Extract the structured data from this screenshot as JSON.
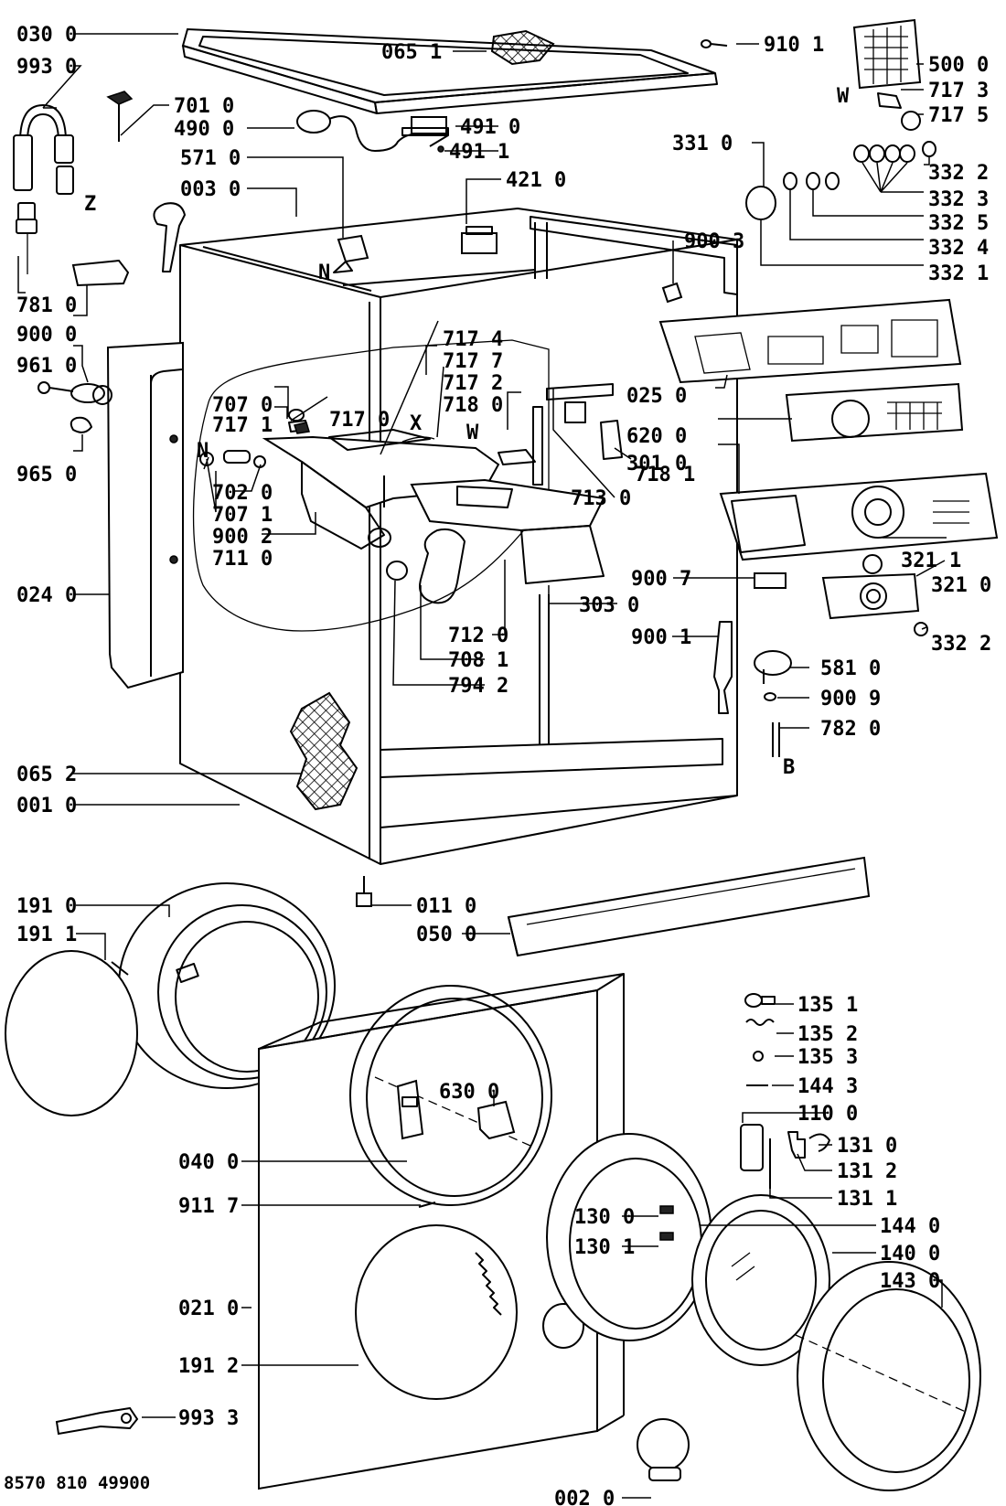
{
  "document": {
    "code": "8570 810 49900"
  },
  "markers": {
    "Z": "Z",
    "N1": "N",
    "N2": "N",
    "W1": "W",
    "W2": "W",
    "X": "X",
    "B": "B"
  },
  "callouts": {
    "p0300": "030 0",
    "p9930": "993 0",
    "p0651": "065 1",
    "p9101": "910 1",
    "p5000": "500 0",
    "p7173": "717 3",
    "p7175": "717 5",
    "p7010": "701 0",
    "p4900": "490 0",
    "p4910": "491 0",
    "p4911": "491 1",
    "p3310": "331 0",
    "p3322a": "332 2",
    "p3323": "332 3",
    "p3325": "332 5",
    "p3324": "332 4",
    "p3321": "332 1",
    "p5710": "571 0",
    "p0030": "003 0",
    "p4210": "421 0",
    "p9003": "900 3",
    "p7810": "781 0",
    "p9000": "900 0",
    "p9610": "961 0",
    "p9650": "965 0",
    "p7174": "717 4",
    "p7177": "717 7",
    "p7172": "717 2",
    "p7180": "718 0",
    "p7070": "707 0",
    "p7171": "717 1",
    "p7170": "717 0",
    "p7020": "702 0",
    "p7071": "707 1",
    "p9002": "900 2",
    "p7110": "711 0",
    "p7181": "718 1",
    "p7130": "713 0",
    "p0250": "025 0",
    "p6200": "620 0",
    "p3010": "301 0",
    "p3211": "321 1",
    "p3210": "321 0",
    "p3322b": "332 2",
    "p9007": "900 7",
    "p3030": "303 0",
    "p0240": "024 0",
    "p9001": "900 1",
    "p7120": "712 0",
    "p7081": "708 1",
    "p7942": "794 2",
    "p5810": "581 0",
    "p9009": "900 9",
    "p7820": "782 0",
    "p0652": "065 2",
    "p0010": "001 0",
    "p1910": "191 0",
    "p1911": "191 1",
    "p0110": "011 0",
    "p0500": "050 0",
    "p1351": "135 1",
    "p1352": "135 2",
    "p1353": "135 3",
    "p1443": "144 3",
    "p6300": "630 0",
    "p1100": "110 0",
    "p1310": "131 0",
    "p1312": "131 2",
    "p0400": "040 0",
    "p1311": "131 1",
    "p9117": "911 7",
    "p1300": "130 0",
    "p1440": "144 0",
    "p1301": "130 1",
    "p1400": "140 0",
    "p1430": "143 0",
    "p0210": "021 0",
    "p1912": "191 2",
    "p9933": "993 3",
    "p0020": "002 0"
  }
}
